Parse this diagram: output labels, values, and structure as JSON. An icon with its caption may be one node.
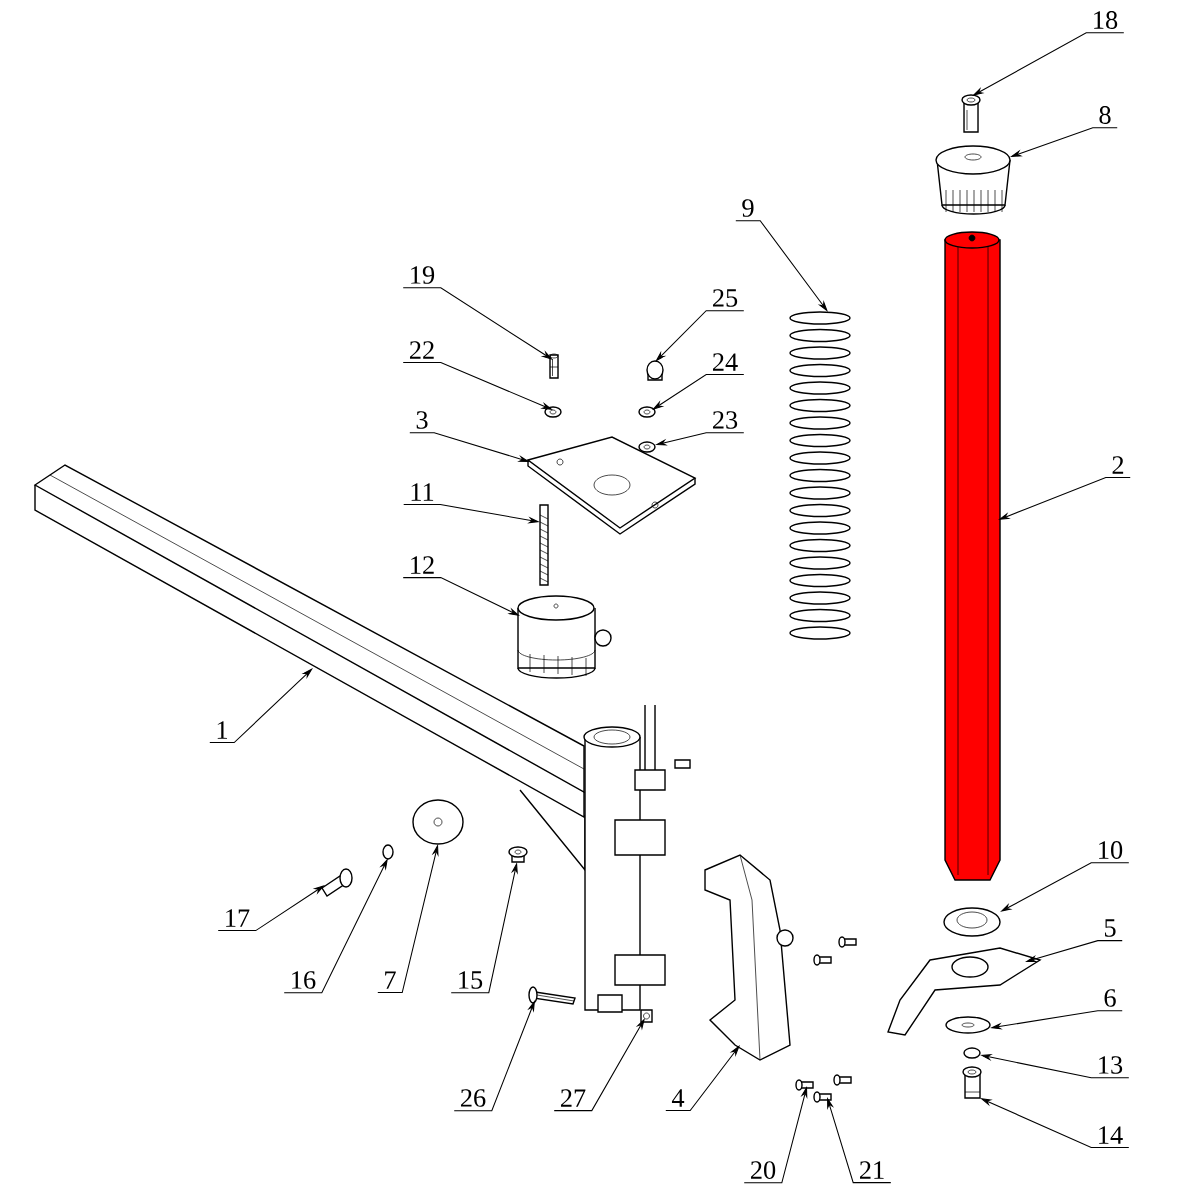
{
  "diagram": {
    "nodes": [
      {
        "text": [
          "18"
        ]
      },
      {
        "text": [
          "8"
        ]
      },
      {
        "text": [
          "9"
        ]
      },
      {
        "text": [
          "19"
        ]
      },
      {
        "text": [
          "25"
        ]
      },
      {
        "text": [
          "22"
        ]
      },
      {
        "text": [
          "24"
        ]
      },
      {
        "text": [
          "3"
        ]
      },
      {
        "text": [
          "23"
        ]
      },
      {
        "text": [
          "2"
        ]
      },
      {
        "text": [
          "11"
        ]
      },
      {
        "text": [
          "12"
        ]
      },
      {
        "text": [
          "1"
        ]
      },
      {
        "text": [
          "10"
        ]
      },
      {
        "text": [
          "17"
        ]
      },
      {
        "text": [
          "5"
        ]
      },
      {
        "text": [
          "16"
        ]
      },
      {
        "text": [
          "7"
        ]
      },
      {
        "text": [
          "15"
        ]
      },
      {
        "text": [
          "6"
        ]
      },
      {
        "text": [
          "13"
        ]
      },
      {
        "text": [
          "26"
        ]
      },
      {
        "text": [
          "27"
        ]
      },
      {
        "text": [
          "4"
        ]
      },
      {
        "text": [
          "14"
        ]
      },
      {
        "text": [
          "20"
        ]
      },
      {
        "text": [
          "21"
        ]
      },
      {
        "text": [],
        "shape": "picture"
      },
      {
        "text": [],
        "shape": "picture"
      },
      {
        "text": [],
        "shape": "picture"
      },
      {
        "text": [],
        "shape": "picture"
      },
      {
        "text": [],
        "shape": "picture"
      },
      {
        "text": [],
        "shape": "picture"
      },
      {
        "text": [],
        "shape": "picture"
      },
      {
        "text": [],
        "shape": "picture"
      },
      {
        "text": [],
        "shape": "picture"
      },
      {
        "text": [],
        "shape": "picture"
      },
      {
        "text": [],
        "shape": "picture"
      },
      {
        "text": [],
        "shape": "picture"
      },
      {
        "text": [],
        "shape": "picture"
      },
      {
        "text": [],
        "shape": "picture"
      },
      {
        "text": [],
        "shape": "picture"
      },
      {
        "text": [],
        "shape": "picture"
      },
      {
        "text": [],
        "shape": "picture"
      },
      {
        "text": [],
        "shape": "picture"
      },
      {
        "text": [],
        "shape": "picture"
      },
      {
        "text": [],
        "shape": "picture"
      },
      {
        "text": [],
        "shape": "picture"
      },
      {
        "text": [],
        "shape": "picture"
      },
      {
        "text": [],
        "shape": "picture"
      },
      {
        "text": [],
        "shape": "picture"
      },
      {
        "text": [],
        "shape": "picture"
      },
      {
        "text": [],
        "shape": "picture"
      },
      {
        "text": [],
        "shape": "picture"
      }
    ],
    "edges": [
      {
        "from": 0,
        "to": 27,
        "arrow": "to"
      },
      {
        "from": 1,
        "to": 28,
        "arrow": "to"
      },
      {
        "from": 2,
        "to": 29,
        "arrow": "to"
      },
      {
        "from": 3,
        "to": 30,
        "arrow": "to"
      },
      {
        "from": 4,
        "to": 31,
        "arrow": "to"
      },
      {
        "from": 5,
        "to": 32,
        "arrow": "to"
      },
      {
        "from": 6,
        "to": 33,
        "arrow": "to"
      },
      {
        "from": 7,
        "to": 34,
        "arrow": "to"
      },
      {
        "from": 8,
        "to": 35,
        "arrow": "to"
      },
      {
        "from": 9,
        "to": 36,
        "arrow": "to"
      },
      {
        "from": 10,
        "to": 37,
        "arrow": "to"
      },
      {
        "from": 11,
        "to": 38,
        "arrow": "to"
      },
      {
        "from": 12,
        "to": 39,
        "arrow": "to"
      },
      {
        "from": 13,
        "to": 40,
        "arrow": "to"
      },
      {
        "from": 14,
        "to": 41,
        "arrow": "to"
      },
      {
        "from": 15,
        "to": 42,
        "arrow": "to"
      },
      {
        "from": 16,
        "to": 43,
        "arrow": "to"
      },
      {
        "from": 17,
        "to": 44,
        "arrow": "to"
      },
      {
        "from": 18,
        "to": 45,
        "arrow": "to"
      },
      {
        "from": 19,
        "to": 46,
        "arrow": "to"
      },
      {
        "from": 20,
        "to": 47,
        "arrow": "to"
      },
      {
        "from": 21,
        "to": 48,
        "arrow": "to"
      },
      {
        "from": 22,
        "to": 49,
        "arrow": "to"
      },
      {
        "from": 23,
        "to": 50,
        "arrow": "to"
      },
      {
        "from": 24,
        "to": 51,
        "arrow": "to"
      },
      {
        "from": 25,
        "to": 52,
        "arrow": "to"
      },
      {
        "from": 26,
        "to": 53,
        "arrow": "to"
      }
    ]
  }
}
